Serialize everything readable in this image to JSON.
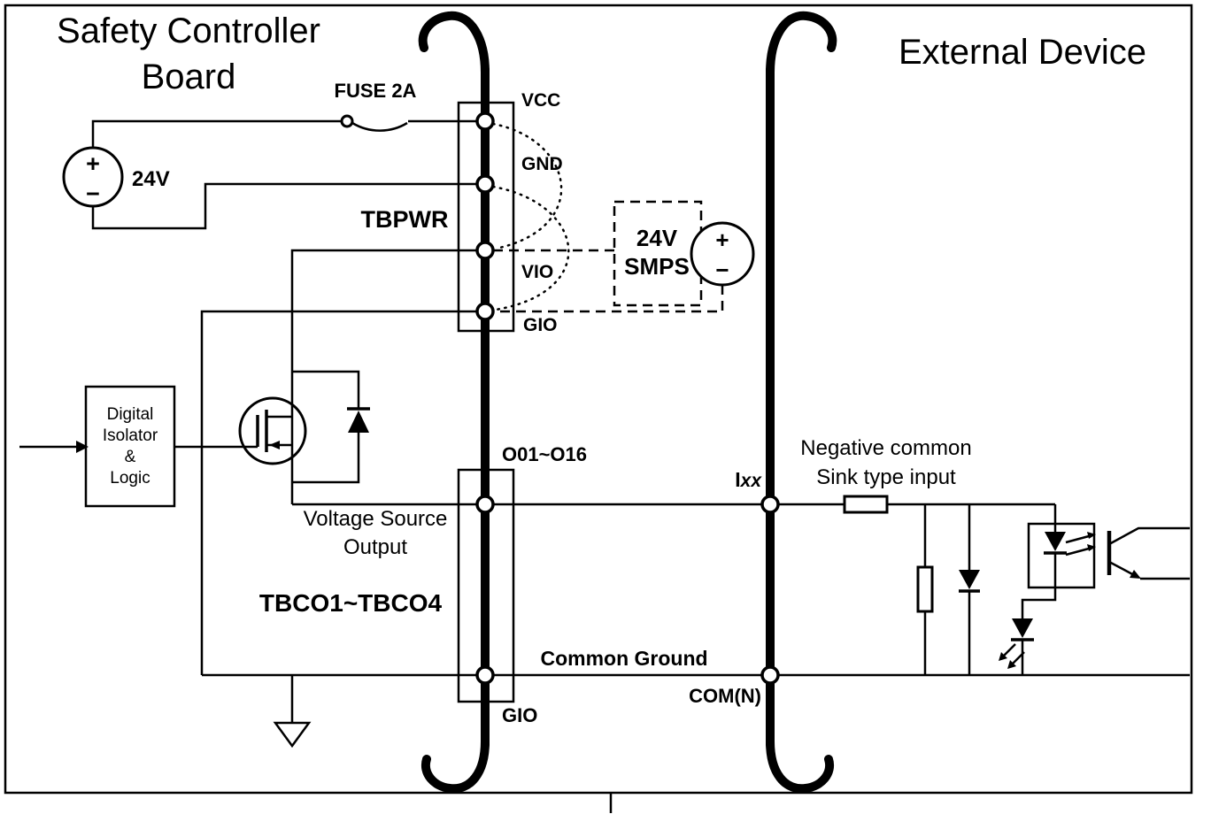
{
  "board": {
    "title_line1": "Safety Controller",
    "title_line2": "Board"
  },
  "device": {
    "title": "External Device",
    "input_pin_prefix": "I",
    "input_pin_suffix": "xx",
    "input_desc_line1": "Negative common",
    "input_desc_line2": "Sink type input",
    "common_ground_label": "Common Ground",
    "com_pin": "COM(N)"
  },
  "power": {
    "fuse_label": "FUSE 2A",
    "source_label": "24V"
  },
  "symbols": {
    "plus": "+",
    "minus": "−"
  },
  "tbpwr": {
    "name": "TBPWR",
    "pin_vcc": "VCC",
    "pin_gnd": "GND",
    "pin_vio": "VIO",
    "pin_gio": "GIO"
  },
  "smps": {
    "label_line1": "24V",
    "label_line2": "SMPS"
  },
  "isolator": {
    "line1": "Digital",
    "line2": "Isolator",
    "line3": "&",
    "line4": "Logic"
  },
  "output": {
    "desc_line1": "Voltage Source",
    "desc_line2": "Output",
    "block_name": "TBCO1~TBCO4",
    "pin_range": "O01~O16",
    "pin_gio": "GIO"
  }
}
